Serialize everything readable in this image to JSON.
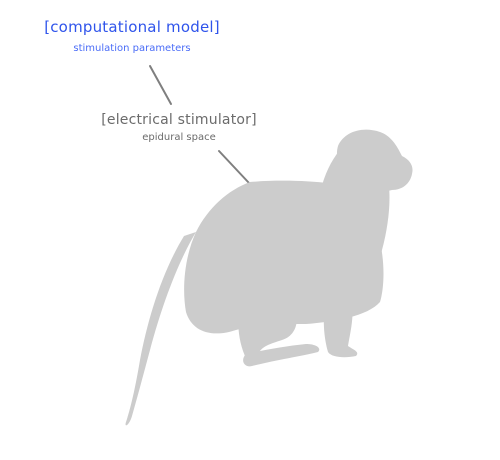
{
  "computational_model": {
    "title": "[computational model]",
    "subtitle": "stimulation parameters",
    "color": "#2f54eb"
  },
  "electrical_stimulator": {
    "title": "[electrical stimulator]",
    "subtitle": "epidural space",
    "color": "#6b6b6b"
  },
  "monkey": {
    "icon": "monkey-silhouette",
    "color": "#cccccc"
  },
  "connector_color": "#7f7f7f"
}
